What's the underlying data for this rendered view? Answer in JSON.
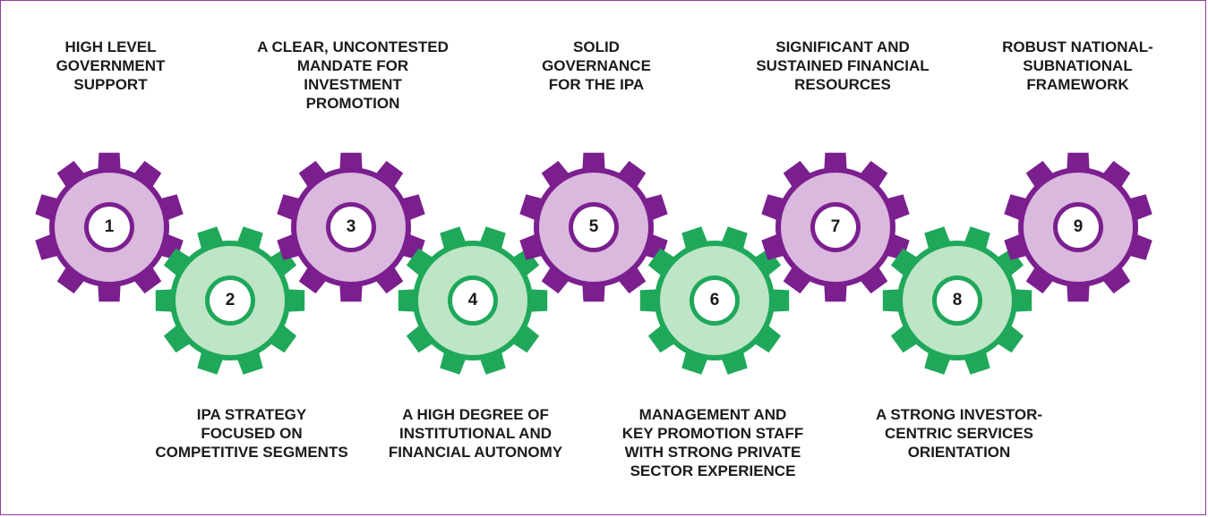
{
  "colors": {
    "purple_gear": "#7b1f8f",
    "purple_fill": "#dbb8dd",
    "green_gear": "#1fa85a",
    "green_fill": "#bde5c6",
    "frame": "#8e3f97"
  },
  "gears": [
    {
      "number": "1",
      "color": "purple",
      "label": "HIGH LEVEL\nGOVERNMENT\nSUPPORT"
    },
    {
      "number": "2",
      "color": "green",
      "label": "IPA STRATEGY\nFOCUSED ON\nCOMPETITIVE SEGMENTS"
    },
    {
      "number": "3",
      "color": "purple",
      "label": "A CLEAR, UNCONTESTED\nMANDATE FOR\nINVESTMENT\nPROMOTION"
    },
    {
      "number": "4",
      "color": "green",
      "label": "A HIGH DEGREE OF\nINSTITUTIONAL AND\nFINANCIAL AUTONOMY"
    },
    {
      "number": "5",
      "color": "purple",
      "label": "SOLID\nGOVERNANCE\nFOR THE IPA"
    },
    {
      "number": "6",
      "color": "green",
      "label": "MANAGEMENT AND\nKEY PROMOTION STAFF\nWITH STRONG PRIVATE\nSECTOR EXPERIENCE"
    },
    {
      "number": "7",
      "color": "purple",
      "label": "SIGNIFICANT AND\nSUSTAINED FINANCIAL\nRESOURCES"
    },
    {
      "number": "8",
      "color": "green",
      "label": "A STRONG INVESTOR-\nCENTRIC SERVICES\nORIENTATION"
    },
    {
      "number": "9",
      "color": "purple",
      "label": "ROBUST NATIONAL-\nSUBNATIONAL\nFRAMEWORK"
    }
  ]
}
